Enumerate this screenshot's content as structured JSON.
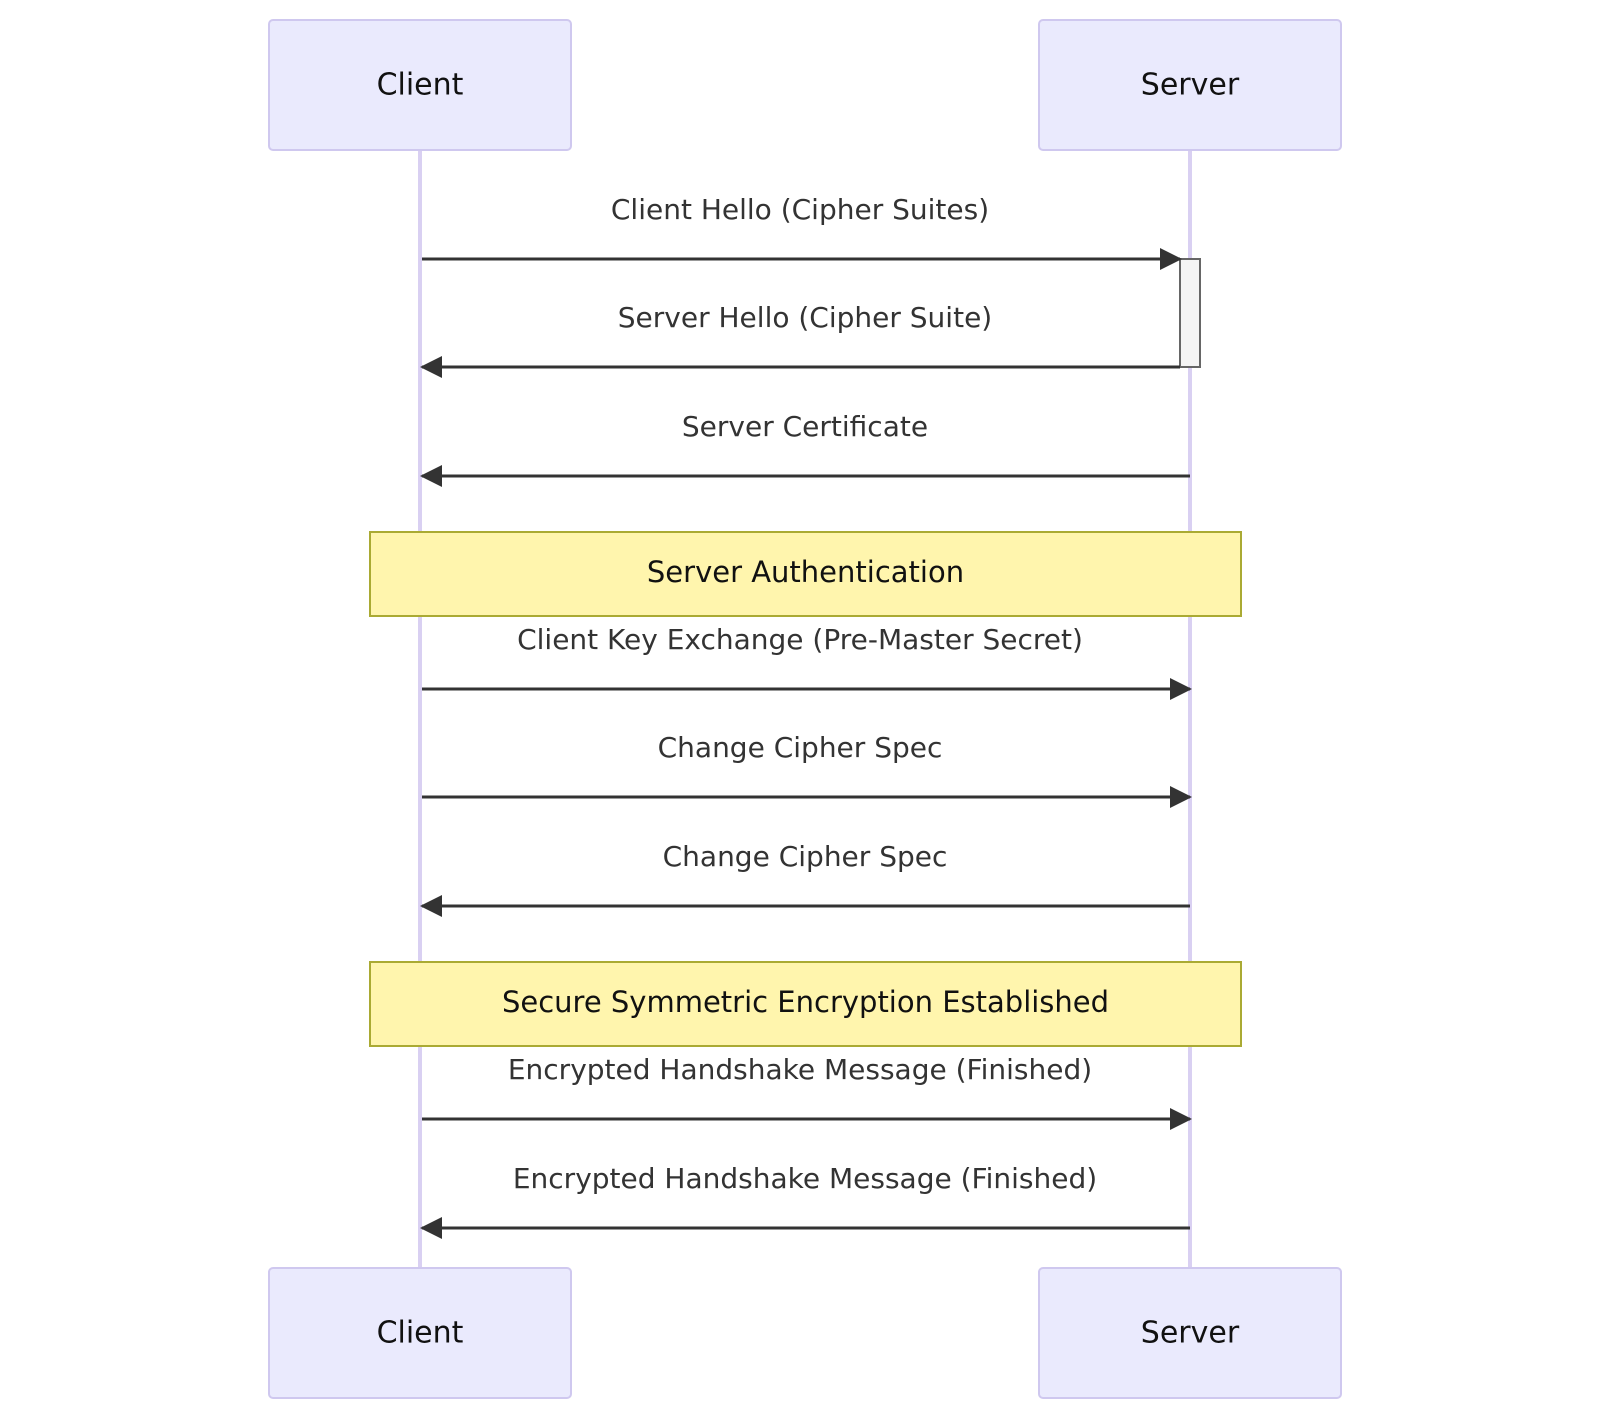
{
  "participants": [
    {
      "id": "client",
      "label": "Client"
    },
    {
      "id": "server",
      "label": "Server"
    }
  ],
  "steps": [
    {
      "kind": "message",
      "from": "client",
      "to": "server",
      "label": "Client Hello (Cipher Suites)",
      "activate": true
    },
    {
      "kind": "message",
      "from": "server",
      "to": "client",
      "label": "Server Hello (Cipher Suite)",
      "deactivate": true
    },
    {
      "kind": "message",
      "from": "server",
      "to": "client",
      "label": "Server Certificate"
    },
    {
      "kind": "note",
      "over": [
        "client",
        "server"
      ],
      "label": "Server Authentication"
    },
    {
      "kind": "message",
      "from": "client",
      "to": "server",
      "label": "Client Key Exchange (Pre-Master Secret)"
    },
    {
      "kind": "message",
      "from": "client",
      "to": "server",
      "label": "Change Cipher Spec"
    },
    {
      "kind": "message",
      "from": "server",
      "to": "client",
      "label": "Change Cipher Spec"
    },
    {
      "kind": "note",
      "over": [
        "client",
        "server"
      ],
      "label": "Secure Symmetric Encryption Established"
    },
    {
      "kind": "message",
      "from": "client",
      "to": "server",
      "label": "Encrypted Handshake Message (Finished)"
    },
    {
      "kind": "message",
      "from": "server",
      "to": "client",
      "label": "Encrypted Handshake Message (Finished)"
    }
  ]
}
